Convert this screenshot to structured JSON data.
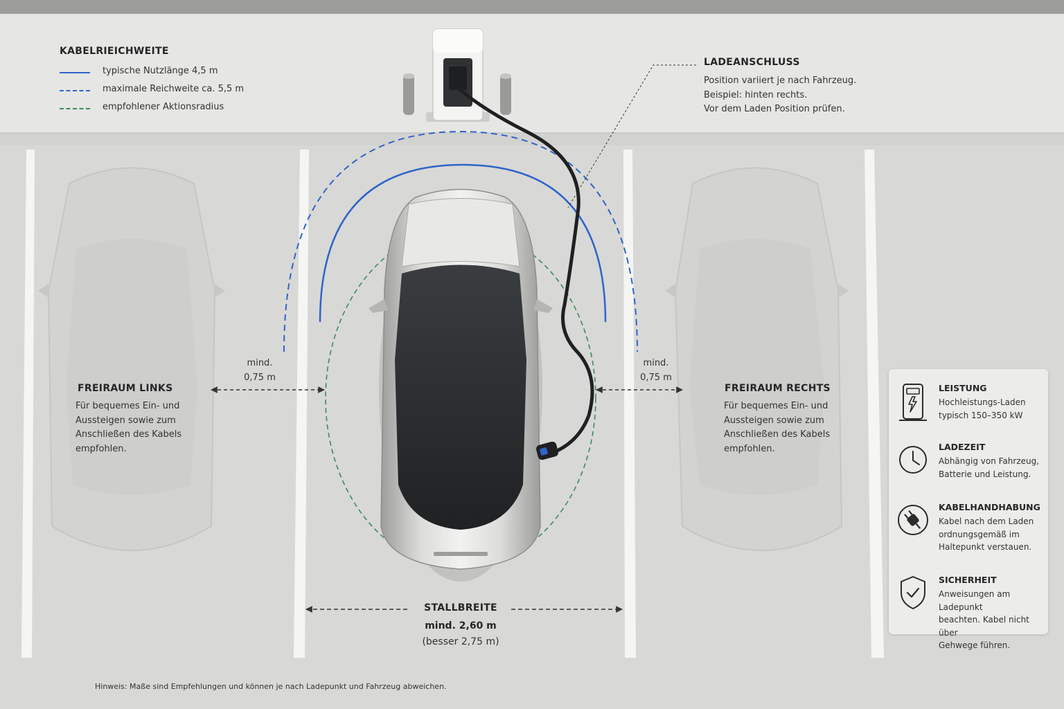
{
  "legend": {
    "title": "KABELRIEICHWEITE",
    "items": [
      {
        "label": "typische Nutzlänge 4,5 m",
        "style": "solid",
        "color": "#2f64c8"
      },
      {
        "label": "maximale Reichweite ca. 5,5 m",
        "style": "dashed",
        "color": "#2f64c8"
      },
      {
        "label": "empfohlener Aktionsradius",
        "style": "dashed",
        "color": "#3f8a55"
      }
    ]
  },
  "charging_port": {
    "title": "LADEANSCHLUSS",
    "lines": [
      "Position variiert je nach Fahrzeug.",
      "Beispiel: hinten rechts.",
      "Vor dem Laden Position prüfen."
    ]
  },
  "free_left": {
    "title": "FREIRAUM LINKS",
    "lines": [
      "Für bequemes Ein- und",
      "Aussteigen sowie zum",
      "Anschließen des Kabels",
      "empfohlen."
    ]
  },
  "free_right": {
    "title": "FREIRAUM RECHTS",
    "lines": [
      "Für bequemes Ein- und",
      "Aussteigen sowie zum",
      "Anschließen des Kabels",
      "empfohlen."
    ]
  },
  "gap_left": {
    "line1": "mind.",
    "line2": "0,75 m"
  },
  "gap_right": {
    "line1": "mind.",
    "line2": "0,75 m"
  },
  "stall": {
    "title": "STALLBREITE",
    "min": "mind. 2,60 m",
    "better": "(besser 2,75 m)"
  },
  "info": [
    {
      "icon": "charging-station-icon",
      "title": "LEISTUNG",
      "lines": [
        "Hochleistungs-Laden",
        "typisch 150–350 kW"
      ]
    },
    {
      "icon": "clock-icon",
      "title": "LADEZEIT",
      "lines": [
        "Abhängig von Fahrzeug,",
        "Batterie und Leistung."
      ]
    },
    {
      "icon": "plug-icon",
      "title": "KABELHANDHABUNG",
      "lines": [
        "Kabel nach dem Laden",
        "ordnungsgemäß im",
        "Haltepunkt verstauen."
      ]
    },
    {
      "icon": "shield-check-icon",
      "title": "SICHERHEIT",
      "lines": [
        "Anweisungen am Ladepunkt",
        "beachten. Kabel nicht über",
        "Gehwege führen."
      ]
    }
  ],
  "note": "Hinweis: Maße sind Empfehlungen und können je nach Ladepunkt und Fahrzeug abweichen.",
  "colors": {
    "cable_reach": "#2f64c8",
    "action_radius": "#3f8a55",
    "asphalt": "#d9d9d7",
    "sidewalk": "#e6e6e4"
  }
}
